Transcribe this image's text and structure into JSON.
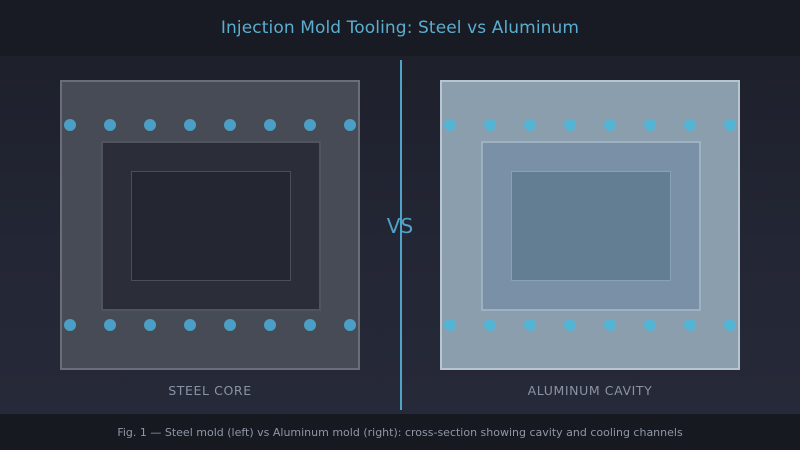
{
  "title": "Injection Mold Tooling: Steel vs Aluminum",
  "vs_text": "VS",
  "molds": {
    "steel": {
      "label": "STEEL CORE"
    },
    "aluminum": {
      "label": "ALUMINUM CAVITY"
    }
  },
  "caption": "Fig. 1 — Steel mold (left) vs Aluminum mold (right): cross-section showing cavity and cooling channels",
  "colors": {
    "accent": "#4fa3c7",
    "steel": "#474b56",
    "aluminum": "#8b9eae"
  }
}
